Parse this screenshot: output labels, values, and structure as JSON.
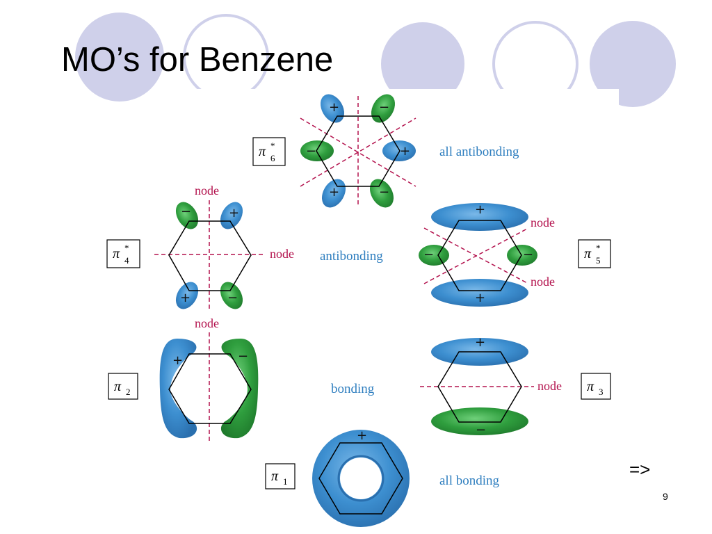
{
  "slide": {
    "title": "MO’s for Benzene",
    "arrow": "=>",
    "page_number": "9"
  },
  "colors": {
    "deco_fill": "#cfd0ea",
    "deco_ring": "#cfd0ea",
    "lobe_blue": "#3d8fd0",
    "lobe_green": "#2f9e3e",
    "label_blue": "#2e7ebf",
    "node_red": "#b3124d"
  },
  "orbitals": {
    "pi6": {
      "symbol": "π",
      "sub": "6",
      "sup": "*",
      "label": "all antibonding"
    },
    "pi4": {
      "symbol": "π",
      "sub": "4",
      "sup": "*"
    },
    "pi5": {
      "symbol": "π",
      "sub": "5",
      "sup": "*"
    },
    "pi45_label": "antibonding",
    "pi2": {
      "symbol": "π",
      "sub": "2"
    },
    "pi3": {
      "symbol": "π",
      "sub": "3"
    },
    "pi23_label": "bonding",
    "pi1": {
      "symbol": "π",
      "sub": "1",
      "label": "all bonding"
    }
  },
  "node_label": "node",
  "signs": {
    "plus": "+",
    "minus": "−"
  }
}
